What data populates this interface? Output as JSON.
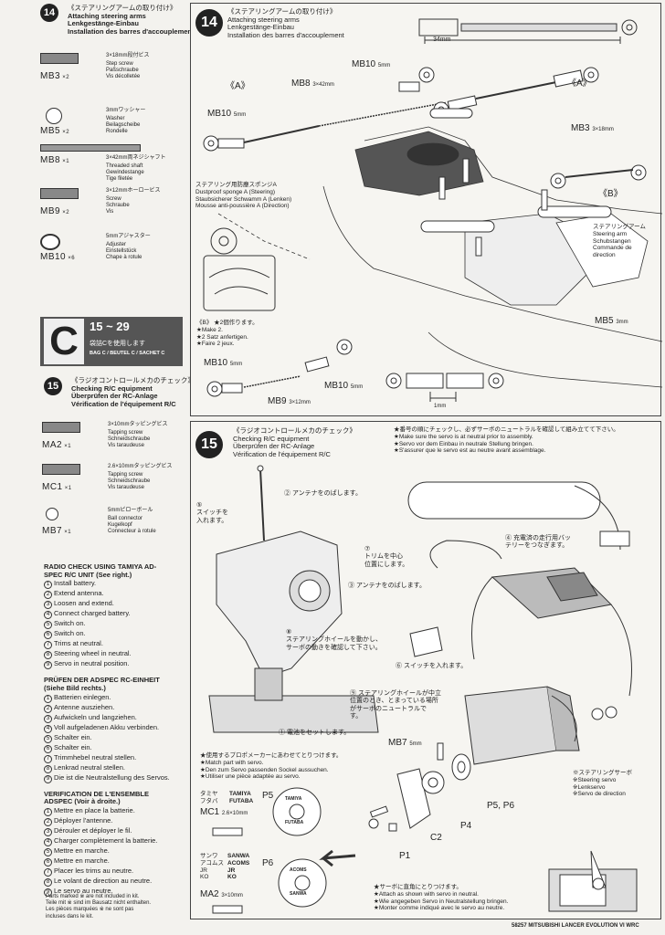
{
  "step14": {
    "num": "14",
    "title_ja": "《ステアリングアームの取り付け》",
    "title_en": "Attaching steering arms",
    "title_de": "Lenkgestänge-Einbau",
    "title_fr": "Installation des barres d'accouplement"
  },
  "parts14": [
    {
      "code": "MB3",
      "qty": "×2",
      "ja": "3×18mm段付ビス",
      "desc": "Step screw\nPaßschraube\nVis décolletée"
    },
    {
      "code": "MB5",
      "qty": "×2",
      "ja": "3mmワッシャー",
      "desc": "Washer\nBeilagscheibe\nRondelle"
    },
    {
      "code": "MB8",
      "qty": "×1",
      "ja": "3×42mm両ネジシャフト",
      "desc": "Threaded shaft\nGewindestange\nTige filetée"
    },
    {
      "code": "MB9",
      "qty": "×2",
      "ja": "3×12mmホーロービス",
      "desc": "Screw\nSchraube\nVis"
    },
    {
      "code": "MB10",
      "qty": "×6",
      "ja": "5mmアジャスター",
      "desc": "Adjuster\nEinstellstück\nChape à rotule"
    }
  ],
  "section_c": {
    "letter": "C",
    "range": "15 ~ 29",
    "ja": "袋詰Cを使用します",
    "en": "BAG C / BEUTEL C / SACHET C"
  },
  "step15": {
    "num": "15",
    "title_ja": "《ラジオコントロールメカのチェック》",
    "title_en": "Checking R/C equipment",
    "title_de": "Überprüfen der RC-Anlage",
    "title_fr": "Vérification de l'équipement R/C"
  },
  "parts15": [
    {
      "code": "MA2",
      "qty": "×1",
      "ja": "3×10mmタッピングビス",
      "desc": "Tapping screw\nSchneidschraube\nVis taraudeuse"
    },
    {
      "code": "MC1",
      "qty": "×1",
      "ja": "2.6×10mmタッピングビス",
      "desc": "Tapping screw\nSchneidschraube\nVis taraudeuse"
    },
    {
      "code": "MB7",
      "qty": "×1",
      "ja": "5mmピローボール",
      "desc": "Ball connector\nKugelkopf\nConnecteur à rotule"
    }
  ],
  "instructions": {
    "en_title": "RADIO CHECK USING TAMIYA AD-\nSPEC R/C UNIT (See right.)",
    "en": [
      "Install battery.",
      "Extend antenna.",
      "Loosen and extend.",
      "Connect charged battery.",
      "Switch on.",
      "Switch on.",
      "Trims at neutral.",
      "Steering wheel in neutral.",
      "Servo in neutral position."
    ],
    "de_title": "PRÜFEN DER ADSPEC RC-EINHEIT\n(Siehe Bild rechts.)",
    "de": [
      "Batterien einlegen.",
      "Antenne ausziehen.",
      "Aufwickeln und langziehen.",
      "Voll aufgeladenen Akku verbinden.",
      "Schalter ein.",
      "Schalter ein.",
      "Trimmhebel neutral stellen.",
      "Lenkrad neutral stellen.",
      "Die ist die Neutralstellung des Servos."
    ],
    "fr_title": "VERIFICATION DE L'ENSEMBLE\nADSPEC (Voir à droite.)",
    "fr": [
      "Mettre en place la batterie.",
      "Déployer l'antenne.",
      "Dérouler et déployer le fil.",
      "Charger complètement la batterie.",
      "Mettre en marche.",
      "Mettre en marche.",
      "Placer les trims au neutre.",
      "Le volant de direction au neutre.",
      "Le servo au neutre."
    ],
    "footer": "Parts marked ※ are not included in kit.\nTeile mit ※ sind im Bausatz nicht enthalten.\nLes pièces marquées ※ ne sont pas\nincluses dans le kit."
  },
  "diagram14": {
    "num": "14",
    "title_ja": "《ステアリングアームの取り付け》",
    "title_en": "Attaching steering arms",
    "title_de": "Lenkgestänge-Einbau",
    "title_fr": "Installation des barres d'accouplement",
    "dim": "34mm",
    "A_left": "《A》",
    "A_right": "《A》",
    "B_label": "《B》",
    "MB10_top": "MB10",
    "MB10_top_mm": "5mm",
    "MB8": "MB8",
    "MB8_mm": "3×42mm",
    "MB10_left": "MB10",
    "MB10_left_mm": "5mm",
    "MB3": "MB3",
    "MB3_mm": "3×18mm",
    "MB5": "MB5",
    "MB5_mm": "3mm",
    "sponge": "ステアリング用防塵スポンジA\nDustproof sponge A (Steering)\nStaubsicherer Schwamm A (Lenken)\nMousse anti-poussière A (Direction)",
    "steering_arm": "ステアリングアーム\nSteering arm\nSchubstangen\nCommande de\ndirection",
    "B_make": "《B》 ★2個作ります。\n★Make 2.\n★2 Satz anfertigen.\n★Faire 2 jeux.",
    "MB10_b1": "MB10",
    "MB10_b1_mm": "5mm",
    "MB10_b2": "MB10",
    "MB10_b2_mm": "5mm",
    "MB9": "MB9",
    "MB9_mm": "3×12mm",
    "one_mm": "1mm"
  },
  "diagram15": {
    "num": "15",
    "title_ja": "《ラジオコントロールメカのチェック》",
    "title_en": "Checking R/C equipment",
    "title_de": "Überprüfen der RC-Anlage",
    "title_fr": "Vérification de l'équipement R/C",
    "note_top": "★番号の順にチェックし、必ずサーボのニュートラルを確認して組み立てて下さい。\n★Make sure the servo is at neutral prior to assembly.\n★Servo vor dem Einbau in neutrale Stellung bringen.\n★S'assurer que le servo est au neutre avant assemblage.",
    "c1": "① 電池をセットします。",
    "c2": "② アンテナをのばします。",
    "c3": "③ アンテナをのばします。",
    "c4": "④ 充電済の走行用バッ\nテリーをつなぎます。",
    "c5": "⑤\nスイッチを\n入れます。",
    "c6": "⑥ スイッチを入れます。",
    "c7": "⑦\nトリムを中心\n位置にします。",
    "c8": "⑧\nステアリングホイールを動かし、\nサーボの動きを確認して下さい。",
    "c9": "⑨ ステアリングホイールが中立\n位置のとき、とまっている場所\nがサーボのニュートラルで\nす。",
    "servo_note": "※ステアリングサーボ\n※Steering servo\n※Lenkservo\n※Servo de direction",
    "match_note": "★使用するプロポメーカーにあわせてとりつけます。\n★Match part with servo.\n★Den zum Servo passenden Sockel aussuchen.\n★Utiliser une pièce adaptée au servo.",
    "row1_ja": "タミヤ\nフタバ",
    "row1_en": "TAMIYA\nFUTABA",
    "row1_part": "P5",
    "row2_ja": "サンワ\nアコムス\nJR\nKO",
    "row2_en": "SANWA\nACOMS\nJR\nKO",
    "row2_part": "P6",
    "MC1": "MC1",
    "MC1_mm": "2.6×10mm",
    "MA2": "MA2",
    "MA2_mm": "3×10mm",
    "MB7": "MB7",
    "MB7_mm": "5mm",
    "P1": "P1",
    "P4": "P4",
    "P56": "P5, P6",
    "C2": "C2",
    "disc1": "TAMIYA",
    "disc1b": "FUTABA",
    "disc2": "ACOMS",
    "disc2b": "SANWA",
    "bottom_note": "★サーボに直角にとりつけます。\n★Attach as shown with servo in neutral.\n★Wie angegeben Servo in Neutralstellung bringen.\n★Monter comme indiqué avec le servo au neutre."
  },
  "footer": "58257 MITSUBISHI LANCER EVOLUTION VI WRC"
}
